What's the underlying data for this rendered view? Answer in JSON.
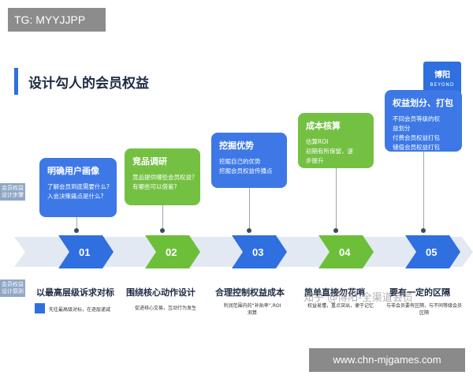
{
  "badge": "TG: MYYJJPP",
  "title": "设计勾人的会员权益",
  "logo": {
    "main": "博阳",
    "sub": "BEYOND"
  },
  "side_labels": {
    "top": [
      "会员权益",
      "设计步骤"
    ],
    "bottom": [
      "会员权益",
      "设计原则"
    ]
  },
  "steps": [
    {
      "num": "01",
      "color": "blue",
      "card_title": "明确用户画像",
      "card_lines": [
        "了解会员到底需要什么?",
        "入会决策痛点是什么?"
      ],
      "principle": "以最高层级诉求对标",
      "desc": [
        "先往最高级对标，在逐层递减"
      ]
    },
    {
      "num": "02",
      "color": "green",
      "card_title": "竞品调研",
      "card_lines": [
        "竞品提供哪些会员权益?",
        "有哪些可以借鉴?"
      ],
      "principle": "围绕核心动作设计",
      "desc": [
        "促进核心交易，互动行为发生"
      ]
    },
    {
      "num": "03",
      "color": "blue",
      "card_title": "挖掘优势",
      "card_lines": [
        "挖掘自己的优势",
        "挖掘会员权益传播点"
      ],
      "principle": "合理控制权益成本",
      "desc": [
        "利润范围内的“补贴率”,ROI",
        "测算"
      ]
    },
    {
      "num": "04",
      "color": "green",
      "card_title": "成本核算",
      "card_lines": [
        "估算ROI",
        "初期有所保留，逐",
        "步提升"
      ],
      "principle": "简单直接勿花哨",
      "desc": [
        "权益易懂，重点突出，便于记忆"
      ]
    },
    {
      "num": "05",
      "color": "blue",
      "card_title": "权益划分、打包",
      "card_lines": [
        "不同会员等级的权",
        "益划分",
        "付费会员权益打包",
        "储值会员权益打包"
      ],
      "principle": "要有一定的区隔",
      "desc": [
        "与非会员要有区隔，与不同等级会员",
        "区隔"
      ]
    }
  ],
  "legend_text": "先往最高级对标，在逐层递减",
  "watermark_text": "知乎 @博阳-全渠道会员",
  "footer_watermark": "www.chn-mjgames.com"
}
